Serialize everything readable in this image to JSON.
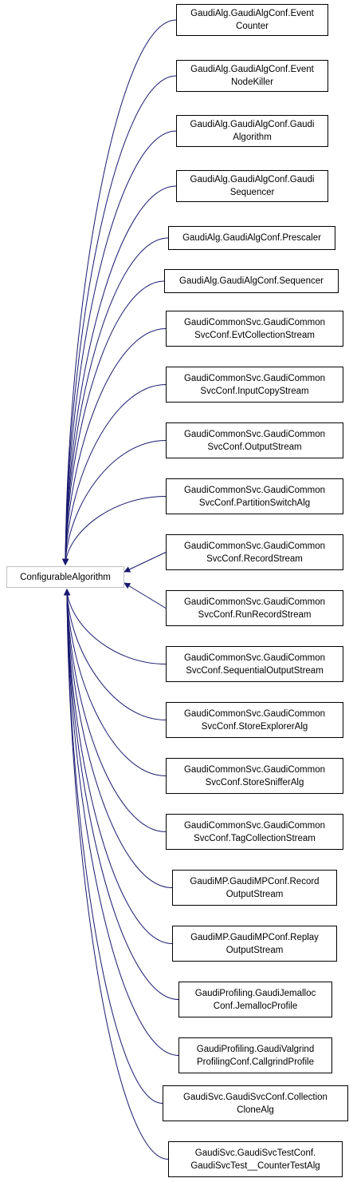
{
  "root": {
    "label": "ConfigurableAlgorithm"
  },
  "children": [
    {
      "lines": [
        "GaudiAlg.GaudiAlgConf.Event",
        "Counter"
      ]
    },
    {
      "lines": [
        "GaudiAlg.GaudiAlgConf.Event",
        "NodeKiller"
      ]
    },
    {
      "lines": [
        "GaudiAlg.GaudiAlgConf.Gaudi",
        "Algorithm"
      ]
    },
    {
      "lines": [
        "GaudiAlg.GaudiAlgConf.Gaudi",
        "Sequencer"
      ]
    },
    {
      "lines": [
        "GaudiAlg.GaudiAlgConf.Prescaler"
      ]
    },
    {
      "lines": [
        "GaudiAlg.GaudiAlgConf.Sequencer"
      ]
    },
    {
      "lines": [
        "GaudiCommonSvc.GaudiCommon",
        "SvcConf.EvtCollectionStream"
      ]
    },
    {
      "lines": [
        "GaudiCommonSvc.GaudiCommon",
        "SvcConf.InputCopyStream"
      ]
    },
    {
      "lines": [
        "GaudiCommonSvc.GaudiCommon",
        "SvcConf.OutputStream"
      ]
    },
    {
      "lines": [
        "GaudiCommonSvc.GaudiCommon",
        "SvcConf.PartitionSwitchAlg"
      ]
    },
    {
      "lines": [
        "GaudiCommonSvc.GaudiCommon",
        "SvcConf.RecordStream"
      ]
    },
    {
      "lines": [
        "GaudiCommonSvc.GaudiCommon",
        "SvcConf.RunRecordStream"
      ]
    },
    {
      "lines": [
        "GaudiCommonSvc.GaudiCommon",
        "SvcConf.SequentialOutputStream"
      ]
    },
    {
      "lines": [
        "GaudiCommonSvc.GaudiCommon",
        "SvcConf.StoreExplorerAlg"
      ]
    },
    {
      "lines": [
        "GaudiCommonSvc.GaudiCommon",
        "SvcConf.StoreSnifferAlg"
      ]
    },
    {
      "lines": [
        "GaudiCommonSvc.GaudiCommon",
        "SvcConf.TagCollectionStream"
      ]
    },
    {
      "lines": [
        "GaudiMP.GaudiMPConf.Record",
        "OutputStream"
      ]
    },
    {
      "lines": [
        "GaudiMP.GaudiMPConf.Replay",
        "OutputStream"
      ]
    },
    {
      "lines": [
        "GaudiProfiling.GaudiJemalloc",
        "Conf.JemallocProfile"
      ]
    },
    {
      "lines": [
        "GaudiProfiling.GaudiValgrind",
        "ProfilingConf.CallgrindProfile"
      ]
    },
    {
      "lines": [
        "GaudiSvc.GaudiSvcConf.Collection",
        "CloneAlg"
      ]
    },
    {
      "lines": [
        "GaudiSvc.GaudiSvcTestConf.",
        "GaudiSvcTest__CounterTestAlg"
      ]
    }
  ],
  "colors": {
    "edge": "#191970",
    "border": "#000000",
    "root_border": "#bfbfbf"
  }
}
